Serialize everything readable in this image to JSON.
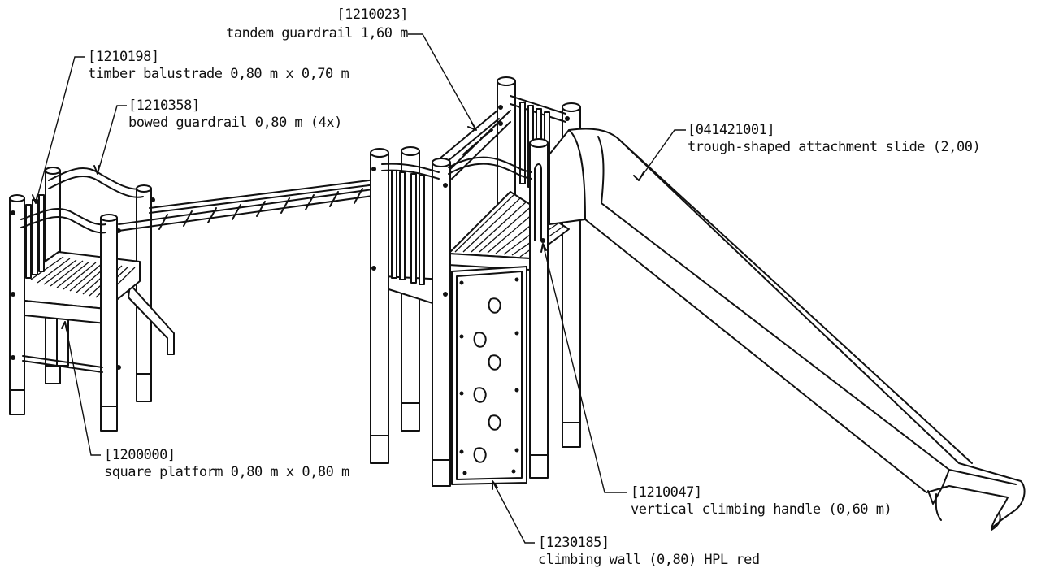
{
  "diagram": {
    "labels": [
      {
        "id": "tandem-guardrail",
        "code": "[1210023]",
        "name": "tandem guardrail 1,60 m"
      },
      {
        "id": "timber-balustrade",
        "code": "[1210198]",
        "name": "timber balustrade 0,80 m x 0,70 m"
      },
      {
        "id": "bowed-guardrail",
        "code": "[1210358]",
        "name": "bowed guardrail 0,80 m (4x)"
      },
      {
        "id": "attachment-slide",
        "code": "[041421001]",
        "name": "trough-shaped attachment slide (2,00)"
      },
      {
        "id": "square-platform",
        "code": "[1200000]",
        "name": "square platform 0,80 m x 0,80 m"
      },
      {
        "id": "climbing-handle",
        "code": "[1210047]",
        "name": "vertical climbing handle (0,60 m)"
      },
      {
        "id": "climbing-wall",
        "code": "[1230185]",
        "name": "climbing wall (0,80) HPL red"
      }
    ]
  }
}
